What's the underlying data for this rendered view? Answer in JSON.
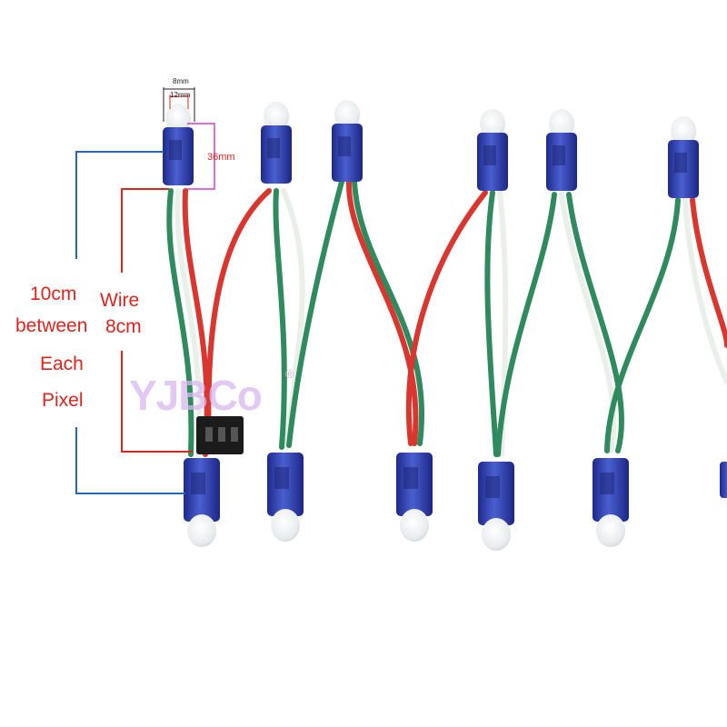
{
  "labels": {
    "spacing": [
      "10cm",
      "between",
      "Each",
      "Pixel"
    ],
    "wire": [
      "Wire",
      "8cm"
    ],
    "dim_width_inner": "8mm",
    "dim_width_outer": "12mm",
    "dim_height": "36mm"
  },
  "watermark": {
    "brand": "YJBCo",
    "registered": "®"
  },
  "colors": {
    "label_red": "#e0231c",
    "bracket_blue": "#2466b8",
    "bracket_red": "#e0231c",
    "bracket_magenta": "#d23fc8",
    "pixel_blue": "#2f3fb0",
    "wire_red": "#d8362e",
    "wire_green": "#2f8a5e",
    "wire_white": "#e9efe9"
  }
}
